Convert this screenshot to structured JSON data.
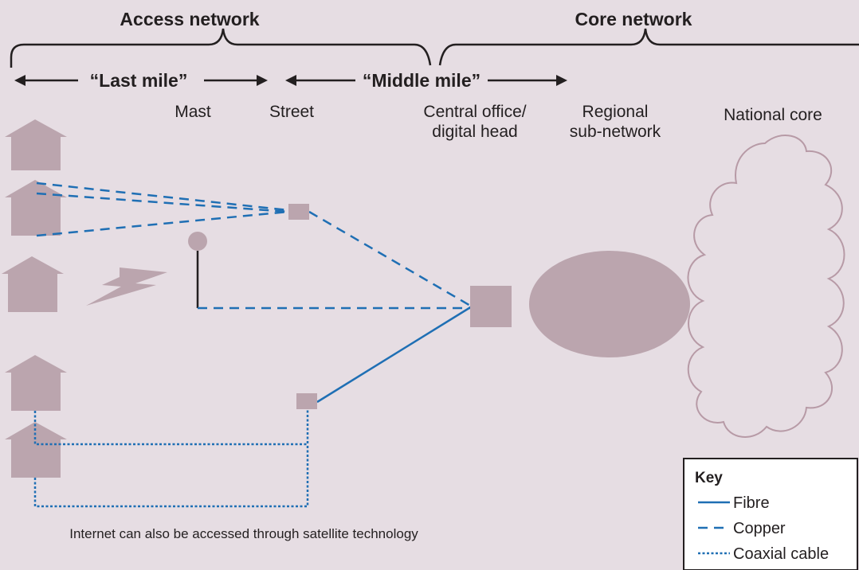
{
  "headings": {
    "access": "Access network",
    "core": "Core network"
  },
  "miles": {
    "last": "“Last mile”",
    "middle": "“Middle mile”"
  },
  "labels": {
    "mast": "Mast",
    "street": "Street",
    "central_office_line1": "Central office/",
    "central_office_line2": "digital head",
    "regional_line1": "Regional",
    "regional_line2": "sub-network",
    "national": "National core"
  },
  "note": "Internet can also be accessed through satellite technology",
  "key": {
    "title": "Key",
    "items": [
      "Fibre",
      "Copper",
      "Coaxial cable"
    ]
  },
  "colors": {
    "background": "#e6dde3",
    "shape": "#bba5ae",
    "line": "#1f6fb4",
    "cloud_stroke": "#b79aa6"
  }
}
